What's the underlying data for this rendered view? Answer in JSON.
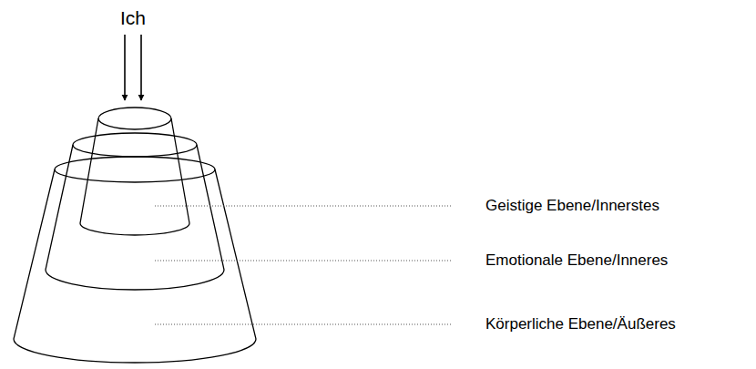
{
  "diagram": {
    "labels": [
      "Ich",
      "Geistige Ebene/Innerstes",
      "Emotionale Ebene/Inneres",
      "Körperliche Ebene/Äußeres"
    ]
  }
}
